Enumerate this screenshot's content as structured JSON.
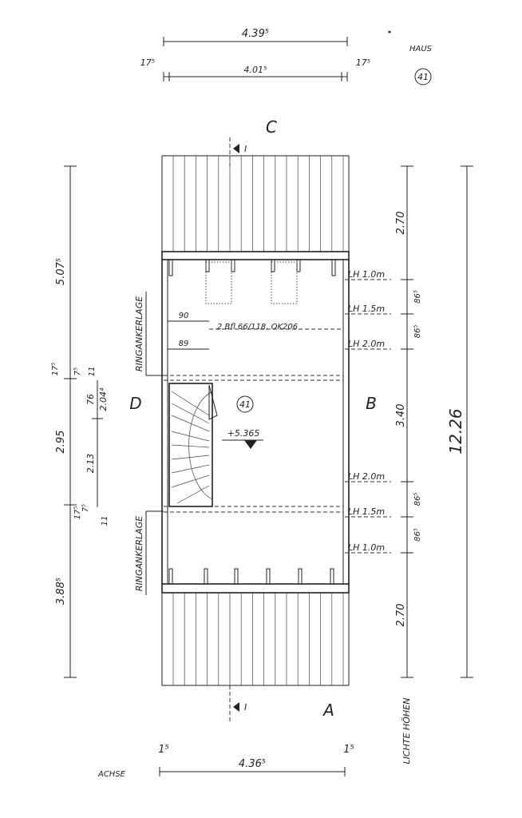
{
  "title": {
    "haus_label": "HAUS",
    "haus_number": "41"
  },
  "top_dimensions": {
    "overall": "4.39⁵",
    "inner": "4.01⁵",
    "left_wall": "17⁵",
    "right_wall": "17⁵"
  },
  "axis_labels": {
    "top": "C",
    "bottom": "A",
    "left": "D",
    "right": "B"
  },
  "section_marker": "I",
  "room": {
    "number": "41",
    "level": "+5.365",
    "window_note": "2 Bfl 66/118, OK206",
    "dim_90": "90",
    "dim_89": "89"
  },
  "ringanker": {
    "upper": "RINGANKERLAGE",
    "lower": "RINGANKERLAGE"
  },
  "left_dimensions": {
    "outer": [
      "5.07⁵",
      "2.95",
      "3.88⁵"
    ],
    "upper_small": [
      "17⁵",
      "7⁵",
      "11"
    ],
    "inner": [
      "76",
      "2.04⁴",
      "2.13"
    ],
    "lower_small": [
      "17⁵",
      "7⁵",
      "11"
    ]
  },
  "clear_heights": {
    "labels": [
      "LH 1.0m",
      "LH 1.5m",
      "LH 2.0m",
      "LH 2.0m",
      "LH 1.5m",
      "LH 1.0m"
    ],
    "segments": [
      "2.70",
      "86⁵",
      "86⁵",
      "3.40",
      "86⁵",
      "86⁵",
      "2.70"
    ],
    "caption": "LICHTE HÖHEN"
  },
  "total_depth": "12.26",
  "bottom_dimensions": {
    "label": "ACHSE",
    "overall": "4.36⁵",
    "left": "1⁵",
    "right": "1⁵"
  }
}
